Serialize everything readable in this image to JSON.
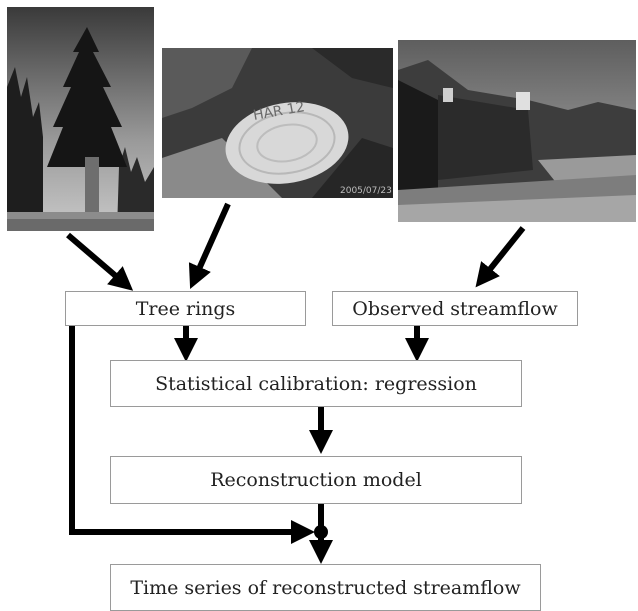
{
  "photos": [
    {
      "name": "tree-photo"
    },
    {
      "name": "tree-stump-photo",
      "stamp": "2005/07/23",
      "carving": "HAR 12"
    },
    {
      "name": "stream-gauge-photo"
    }
  ],
  "boxes": {
    "tree_rings": "Tree rings",
    "observed_streamflow": "Observed streamflow",
    "calibration": "Statistical calibration: regression",
    "model": "Reconstruction model",
    "output": "Time series of reconstructed streamflow"
  }
}
